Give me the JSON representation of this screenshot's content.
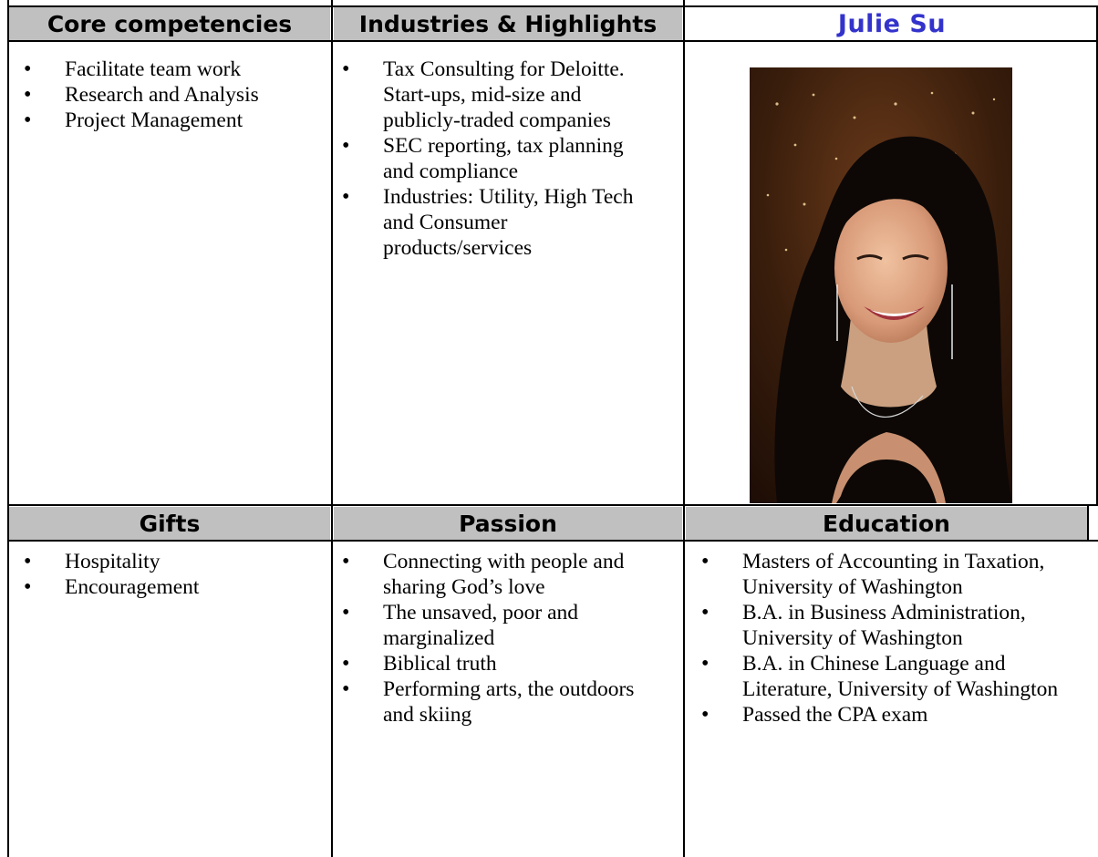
{
  "headers": {
    "core": "Core competencies",
    "industries": "Industries & Highlights",
    "name": "Julie Su",
    "gifts": "Gifts",
    "passion": "Passion",
    "education": "Education"
  },
  "core_competencies": [
    "Facilitate team work",
    "Research and Analysis",
    "Project Management"
  ],
  "industries_highlights": [
    "Tax Consulting for Deloitte. Start-ups, mid-size and publicly-traded companies",
    "SEC reporting, tax planning and compliance",
    "Industries: Utility, High Tech and Consumer products/services"
  ],
  "gifts": [
    "Hospitality",
    "Encouragement"
  ],
  "passion": [
    "Connecting with people and sharing God’s love",
    "The unsaved, poor and marginalized",
    "Biblical truth",
    "Performing arts, the outdoors and skiing"
  ],
  "education": [
    "Masters of Accounting in Taxation, University of Washington",
    "B.A. in Business Administration, University of Washington",
    "B.A. in Chinese Language and Literature, University of Washington",
    "Passed the CPA exam"
  ],
  "colors": {
    "header_bg": "#c0c0c0",
    "name": "#3333cc"
  },
  "icons": {
    "bullet": "bullet-icon"
  }
}
